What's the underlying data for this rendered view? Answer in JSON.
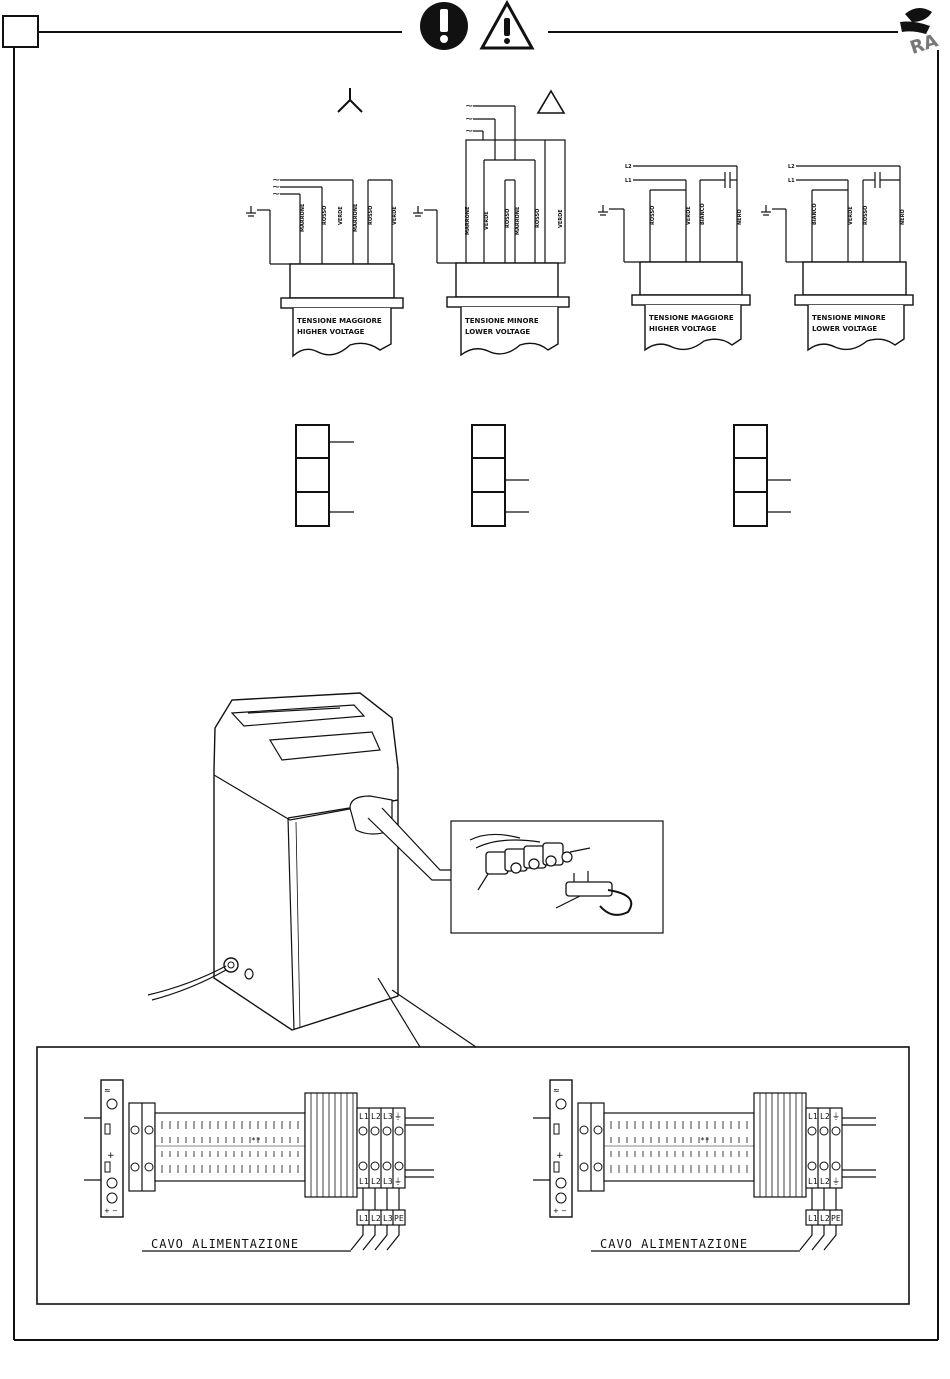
{
  "logo_text": "RA",
  "wiring": {
    "panel1": {
      "wires": [
        "MARRONE",
        "ROSSO",
        "VERDE",
        "MARRONE",
        "ROSSO",
        "VERDE"
      ],
      "label_line1": "TENSIONE MAGGIORE",
      "label_line2": "HIGHER VOLTAGE"
    },
    "panel2": {
      "wires": [
        "MARRONE",
        "VERDE",
        "ROSSO",
        "MARRONE",
        "ROSSO",
        "VERDE"
      ],
      "label_line1": "TENSIONE MINORE",
      "label_line2": "LOWER VOLTAGE"
    },
    "panel3": {
      "l2": "L2",
      "l1": "L1",
      "wires": [
        "ROSSO",
        "VERDE",
        "BIANCO",
        "NERO"
      ],
      "label_line1": "TENSIONE MAGGIORE",
      "label_line2": "HIGHER VOLTAGE"
    },
    "panel4": {
      "l2": "L2",
      "l1": "L1",
      "wires": [
        "BIANCO",
        "VERDE",
        "ROSSO",
        "NERO"
      ],
      "label_line1": "TENSIONE MINORE",
      "label_line2": "LOWER VOLTAGE"
    }
  },
  "terminal_left": {
    "top_labels": [
      "L1",
      "L2",
      "L3"
    ],
    "bottom_labels": [
      "L1",
      "L2",
      "L3"
    ],
    "cable_labels": [
      "L1",
      "L2",
      "L3",
      "PE"
    ],
    "marker": "**",
    "cable_caption": "CAVO ALIMENTAZIONE"
  },
  "terminal_right": {
    "top_labels": [
      "L1",
      "L2"
    ],
    "bottom_labels": [
      "L1",
      "L2"
    ],
    "cable_labels": [
      "L1",
      "L2",
      "PE"
    ],
    "marker": "**",
    "cable_caption": "CAVO ALIMENTAZIONE"
  }
}
